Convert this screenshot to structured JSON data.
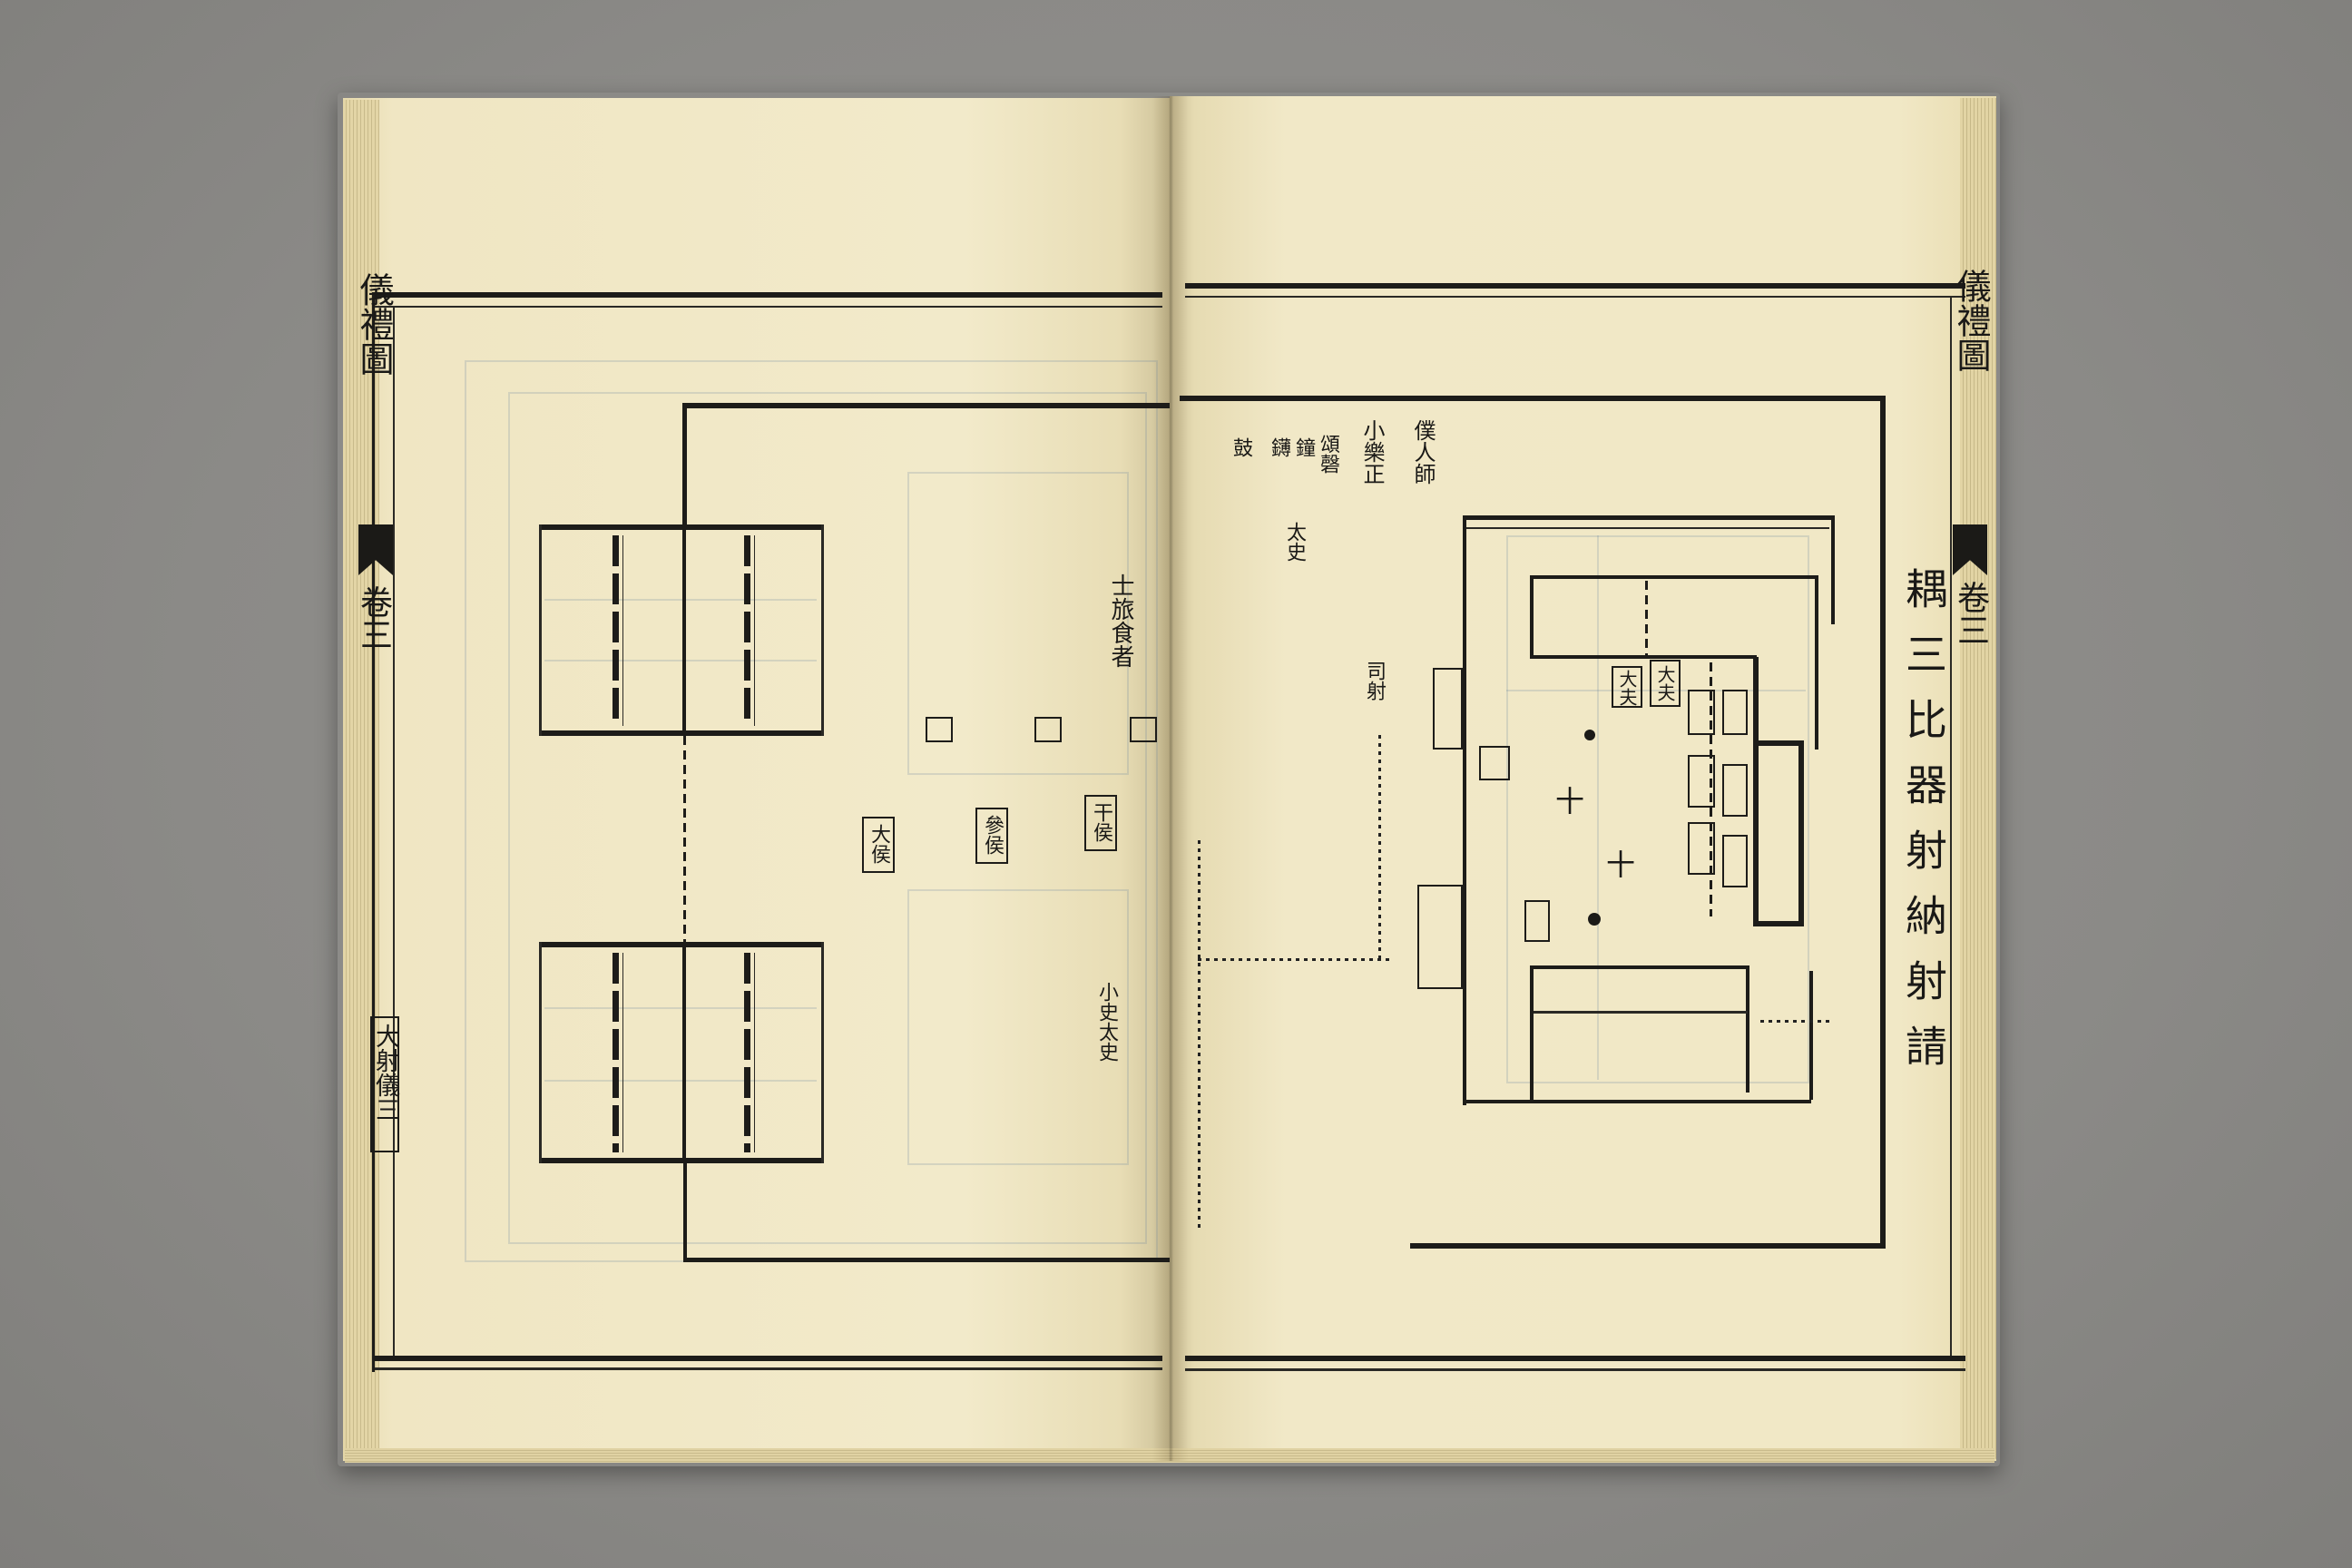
{
  "left_page": {
    "margin_title": "儀禮圖",
    "volume": "卷三",
    "chapter": "大射儀三",
    "labels": {
      "shi_lu_shi_zhe": "士旅食者",
      "da_hou": "大侯",
      "can_hou": "參侯",
      "gan_hou": "干侯",
      "shi_wei": "小史太史"
    }
  },
  "right_page": {
    "margin_title": "儀禮圖",
    "volume": "卷三",
    "diagram_title": "耦三比器射納射請",
    "labels": {
      "pu_ren_shi": "僕人師",
      "xiao_yue_zheng": "小樂正",
      "song_qing": "頌磬",
      "zhong": "鐘",
      "bo": "鑮",
      "gu": "鼓",
      "tai_shi": "太史",
      "si_she": "司射",
      "da_fu_1": "大夫",
      "da_fu_2": "大夫",
      "shi_1": "十",
      "shi_2": "十"
    }
  },
  "colors": {
    "background": "#8b8a87",
    "paper": "#f1e8c6",
    "ink": "#1d1c19",
    "show_through": "#6982a0"
  }
}
